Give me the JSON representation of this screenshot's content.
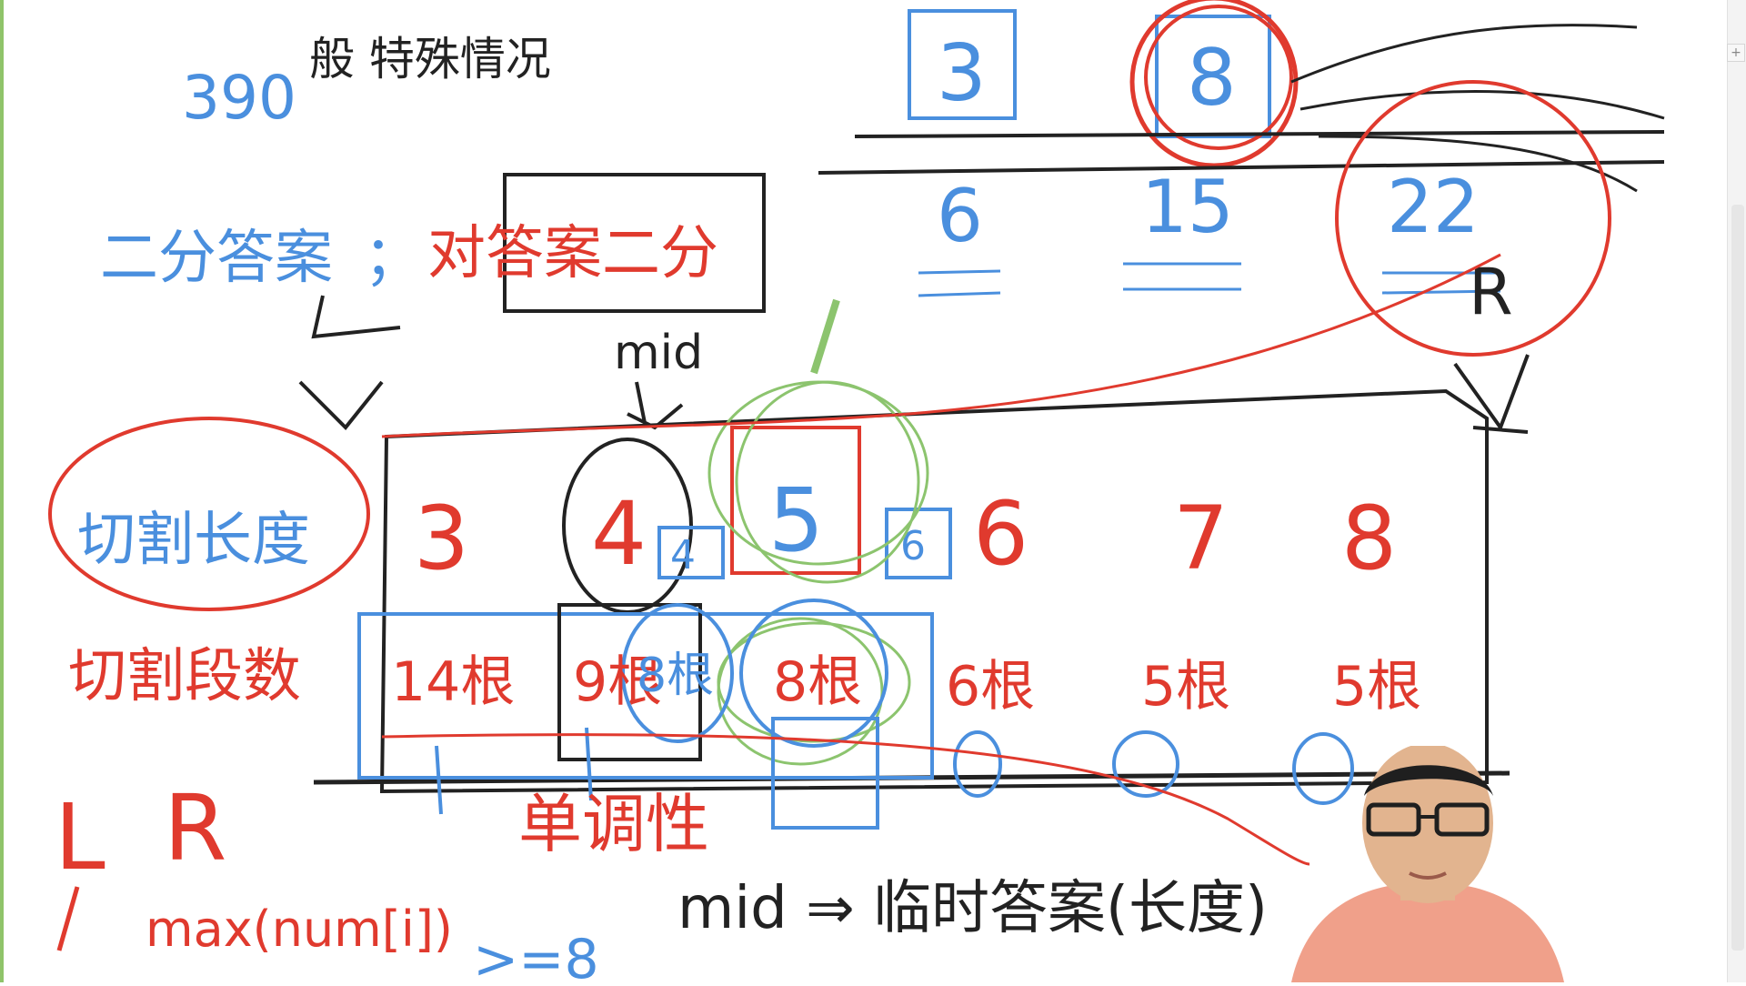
{
  "colors": {
    "blue": "#4a8fde",
    "red": "#e03a2e",
    "black": "#222222",
    "green": "#8cc46e",
    "skin": "#e2b48f",
    "shirt": "#f0a08a"
  },
  "ui": {
    "add_tab_label": "+"
  },
  "notes": {
    "problem_no": "390",
    "heading": "般 特殊情况",
    "bin_answer": "二分答案",
    "colon": "；",
    "answer_bin": "对答案二分",
    "mid_label": "mid",
    "row_len_label": "切割长度",
    "row_seg_label": "切割段数",
    "lengths": [
      "3",
      "4",
      "5",
      "6",
      "7",
      "8"
    ],
    "segments": [
      "14根",
      "9根",
      "8根",
      "8根",
      "6根",
      "5根",
      "5根"
    ],
    "monotonic": "单调性",
    "L": "L",
    "R": "R",
    "max_expr": "max(num[i])",
    "ge8": ">=8",
    "mid_temp": "mid ⇒ 临时答案(长度)",
    "top_boxes": [
      "3",
      "8"
    ],
    "top_values": [
      "6",
      "15",
      "22"
    ],
    "small_R": "R",
    "small_4": "4",
    "small_6": "6"
  }
}
